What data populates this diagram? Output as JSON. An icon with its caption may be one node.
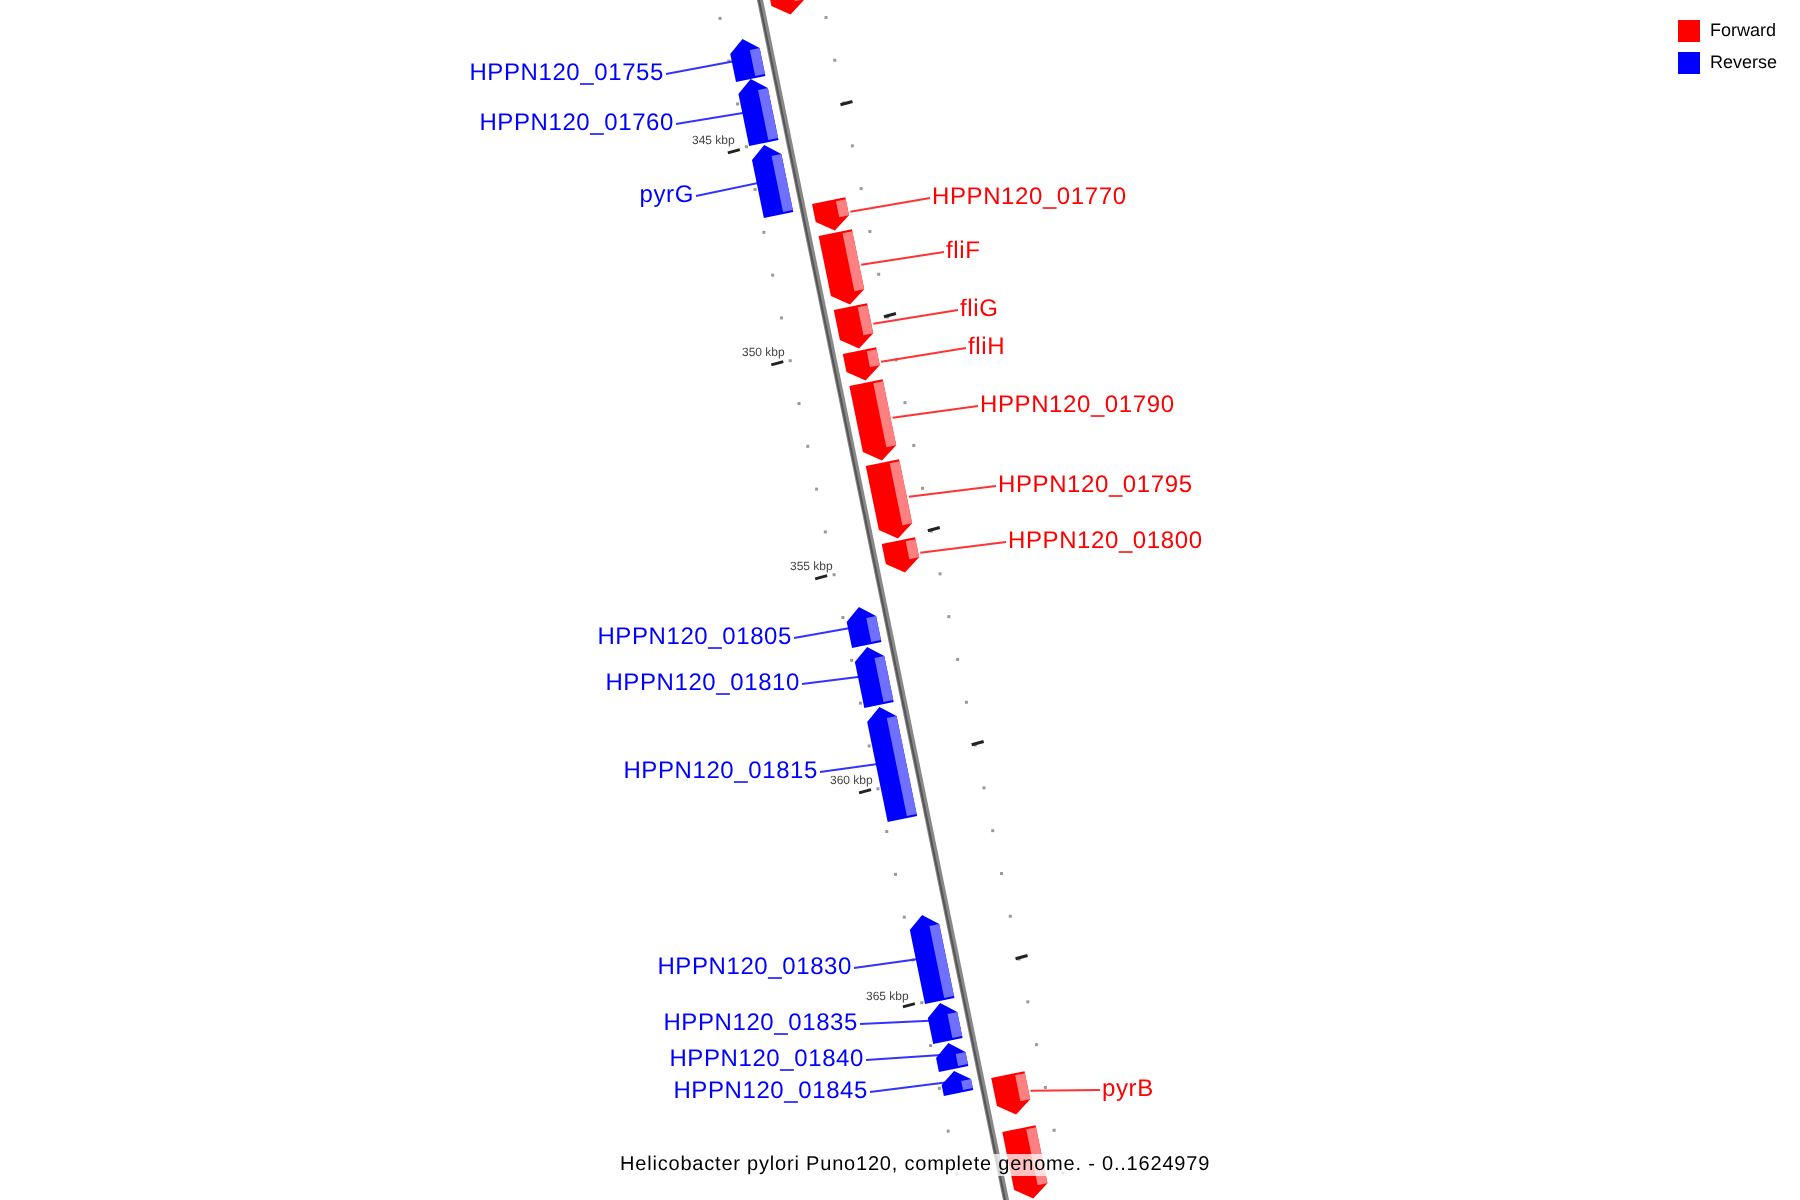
{
  "diagram": {
    "caption": "Helicobacter pylori Puno120, complete genome. - 0..1624979",
    "nodes": [
      {
        "text": [],
        "shape": "bar"
      },
      {
        "text": [
          "HPPN120_01755"
        ]
      },
      {
        "text": [],
        "shape": "bar"
      },
      {
        "text": [
          "HPPN120_01760"
        ]
      },
      {
        "text": [],
        "shape": "bar"
      },
      {
        "text": [
          "pyrG"
        ]
      },
      {
        "text": [],
        "shape": "bar"
      },
      {
        "text": [
          "HPPN120_01770"
        ]
      },
      {
        "text": [],
        "shape": "bar"
      },
      {
        "text": [
          "fliF"
        ]
      },
      {
        "text": [],
        "shape": "bar"
      },
      {
        "text": [
          "fliG"
        ]
      },
      {
        "text": [],
        "shape": "bar"
      },
      {
        "text": [
          "fliH"
        ]
      },
      {
        "text": [],
        "shape": "bar"
      },
      {
        "text": [
          "HPPN120_01790"
        ]
      },
      {
        "text": [],
        "shape": "bar"
      },
      {
        "text": [
          "HPPN120_01795"
        ]
      },
      {
        "text": [],
        "shape": "bar"
      },
      {
        "text": [
          "HPPN120_01800"
        ]
      },
      {
        "text": [],
        "shape": "bar"
      },
      {
        "text": [
          "HPPN120_01805"
        ]
      },
      {
        "text": [],
        "shape": "bar"
      },
      {
        "text": [
          "HPPN120_01810"
        ]
      },
      {
        "text": [],
        "shape": "bar"
      },
      {
        "text": [
          "HPPN120_01815"
        ]
      },
      {
        "text": [],
        "shape": "bar"
      },
      {
        "text": [
          "HPPN120_01830"
        ]
      },
      {
        "text": [],
        "shape": "bar"
      },
      {
        "text": [
          "HPPN120_01835"
        ]
      },
      {
        "text": [],
        "shape": "bar"
      },
      {
        "text": [
          "HPPN120_01840"
        ]
      },
      {
        "text": [],
        "shape": "bar"
      },
      {
        "text": [
          "HPPN120_01845"
        ]
      },
      {
        "text": [],
        "shape": "bar"
      },
      {
        "text": [
          "pyrB"
        ]
      },
      {
        "text": [],
        "shape": "bar"
      },
      {
        "text": [],
        "shape": "bar"
      }
    ],
    "edges": [
      {
        "from": 1,
        "to": 2,
        "arrow": "none"
      },
      {
        "from": 3,
        "to": 4,
        "arrow": "none"
      },
      {
        "from": 5,
        "to": 6,
        "arrow": "none"
      },
      {
        "from": 7,
        "to": 8,
        "arrow": "none",
        "color": "#ff3333"
      },
      {
        "from": 9,
        "to": 10,
        "arrow": "none",
        "color": "#ff3333"
      },
      {
        "from": 11,
        "to": 12,
        "arrow": "none",
        "color": "#ff3333"
      },
      {
        "from": 13,
        "to": 14,
        "arrow": "none",
        "color": "#ff3333"
      },
      {
        "from": 15,
        "to": 16,
        "arrow": "none",
        "color": "#ff3333"
      },
      {
        "from": 17,
        "to": 18,
        "arrow": "none",
        "color": "#ff3333"
      },
      {
        "from": 19,
        "to": 20,
        "arrow": "none",
        "color": "#ff3333"
      },
      {
        "from": 21,
        "to": 22,
        "arrow": "none"
      },
      {
        "from": 23,
        "to": 24,
        "arrow": "none"
      },
      {
        "from": 25,
        "to": 26,
        "arrow": "none"
      },
      {
        "from": 27,
        "to": 28,
        "arrow": "none"
      },
      {
        "from": 29,
        "to": 30,
        "arrow": "none"
      },
      {
        "from": 31,
        "to": 32,
        "arrow": "none"
      },
      {
        "from": 33,
        "to": 34,
        "arrow": "none"
      },
      {
        "from": 35,
        "to": 36,
        "arrow": "none",
        "color": "#ff3333"
      }
    ],
    "labels": [
      "345 kbp",
      "350 kbp",
      "355 kbp",
      "360 kbp",
      "365 kbp"
    ],
    "legend": [
      {
        "text": "Forward",
        "color": "#ff0000"
      },
      {
        "text": "Reverse",
        "color": "#0000ff"
      }
    ]
  }
}
